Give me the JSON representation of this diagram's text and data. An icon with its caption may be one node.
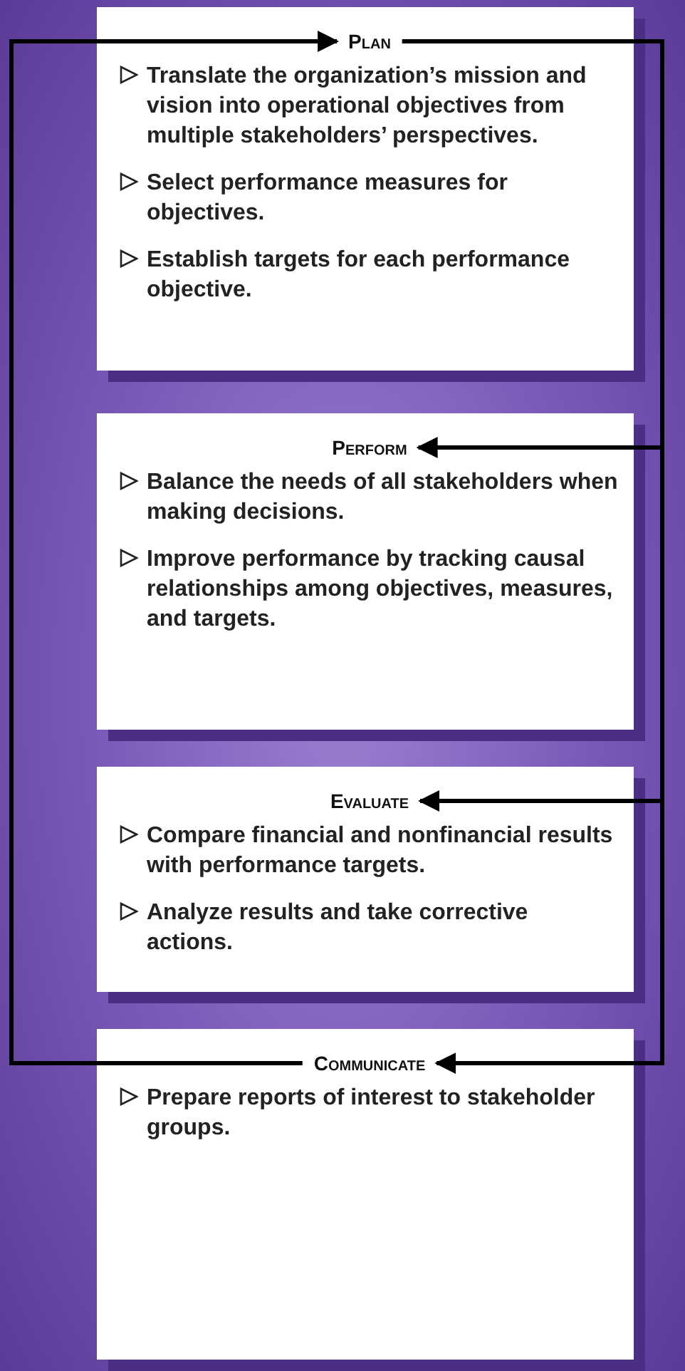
{
  "diagram": {
    "nodes": [
      {
        "text": [
          "Plan",
          "Translate the organization’s mission and vision into operational objectives from multiple stakeholders’ perspectives.",
          "Select performance measures for objectives.",
          "Establish targets for each performance objective."
        ]
      },
      {
        "text": [
          "Perform",
          "Balance the needs of all stakeholders when making decisions.",
          "Improve performance by tracking causal relationships among objectives, measures, and targets."
        ]
      },
      {
        "text": [
          "Evaluate",
          "Compare financial and nonfinancial results with performance targets.",
          "Analyze results and take corrective actions."
        ]
      },
      {
        "text": [
          "Communicate",
          "Prepare reports of interest to stakeholder groups."
        ]
      }
    ],
    "edges": [
      {
        "from": 0,
        "to": 1,
        "arrow": "to"
      },
      {
        "from": 0,
        "to": 2,
        "arrow": "to"
      },
      {
        "from": 0,
        "to": 3,
        "arrow": "to"
      },
      {
        "from": 3,
        "to": 0,
        "arrow": "to"
      }
    ]
  }
}
